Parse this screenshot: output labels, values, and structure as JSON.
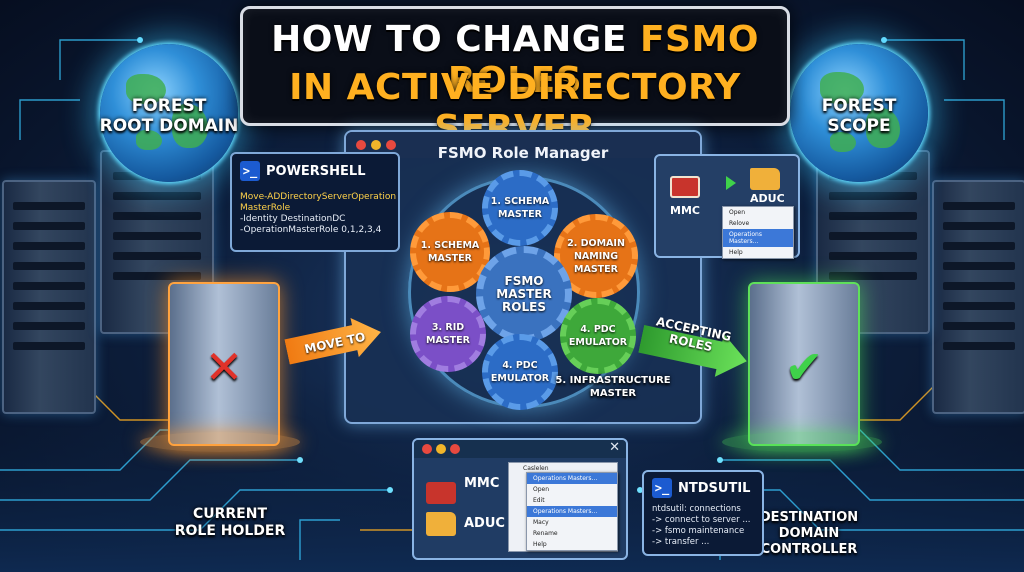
{
  "title": {
    "line1_white": "HOW TO CHANGE ",
    "line1_orange": "FSMO ROLES",
    "line2": "IN ACTIVE DIRECTORY SERVER"
  },
  "left_globe": {
    "label_line1": "FOREST",
    "label_line2": "ROOT DOMAIN"
  },
  "right_globe": {
    "label_line1": "FOREST",
    "label_line2": "SCOPE"
  },
  "main_window": {
    "title": "FSMO Role Manager"
  },
  "powershell": {
    "header": "POWERSHELL",
    "icon": ">_",
    "code_line1": "Move-ADDirectoryServerOperation",
    "code_line2": "MasterRole",
    "code_line3": "-Identity DestinationDC",
    "code_line4": "-OperationMasterRole 0,1,2,3,4"
  },
  "gears": {
    "center": {
      "line1": "FSMO",
      "line2": "MASTER",
      "line3": "ROLES"
    },
    "top": {
      "line1": "1. SCHEMA",
      "line2": "MASTER"
    },
    "upper_left": {
      "line1": "1. SCHEMA",
      "line2": "MASTER"
    },
    "upper_right": {
      "line1": "2. DOMAIN",
      "line2": "NAMING",
      "line3": "MASTER"
    },
    "lower_left": {
      "line1": "3. RID",
      "line2": "MASTER"
    },
    "lower_right": {
      "line1": "4. PDC",
      "line2": "EMULATOR"
    },
    "bottom": {
      "line1": "4. PDC",
      "line2": "EMULATOR"
    },
    "infra": {
      "line1": "5. INFRASTRUCTURE",
      "line2": "MASTER"
    }
  },
  "mmc_top": {
    "mmc_label": "MMC",
    "aduc_label": "ADUC",
    "menu": [
      "Open",
      "Relove",
      "Operations Masters...",
      "Help"
    ]
  },
  "arrows": {
    "move_to": "MOVE TO",
    "accepting_line1": "ACCEPTING",
    "accepting_line2": "ROLES"
  },
  "left_server": {
    "label_line1": "CURRENT",
    "label_line2": "ROLE HOLDER",
    "status": "✕"
  },
  "right_server": {
    "label_line1": "DESTINATION",
    "label_line2": "DOMAIN",
    "label_line3": "CONTROLLER",
    "status": "✔"
  },
  "bottom_window": {
    "mmc_label": "MMC",
    "aduc_label": "ADUC",
    "tree_item": "Caslelen",
    "menu": [
      "Operations Masters...",
      "Open",
      "Edit",
      "Operations Masters...",
      "Macy",
      "Rename",
      "Help"
    ]
  },
  "ntdsutil": {
    "header": "NTDSUTIL",
    "icon": ">_",
    "lines": [
      "ntdsutil: connections",
      "-> connect to server ...",
      "-> fsmo maintenance",
      "-> transfer ..."
    ]
  },
  "colors": {
    "accent_orange": "#ffb020",
    "green": "#3fd24a",
    "red": "#e0322a",
    "background": "#0d1f3d"
  }
}
